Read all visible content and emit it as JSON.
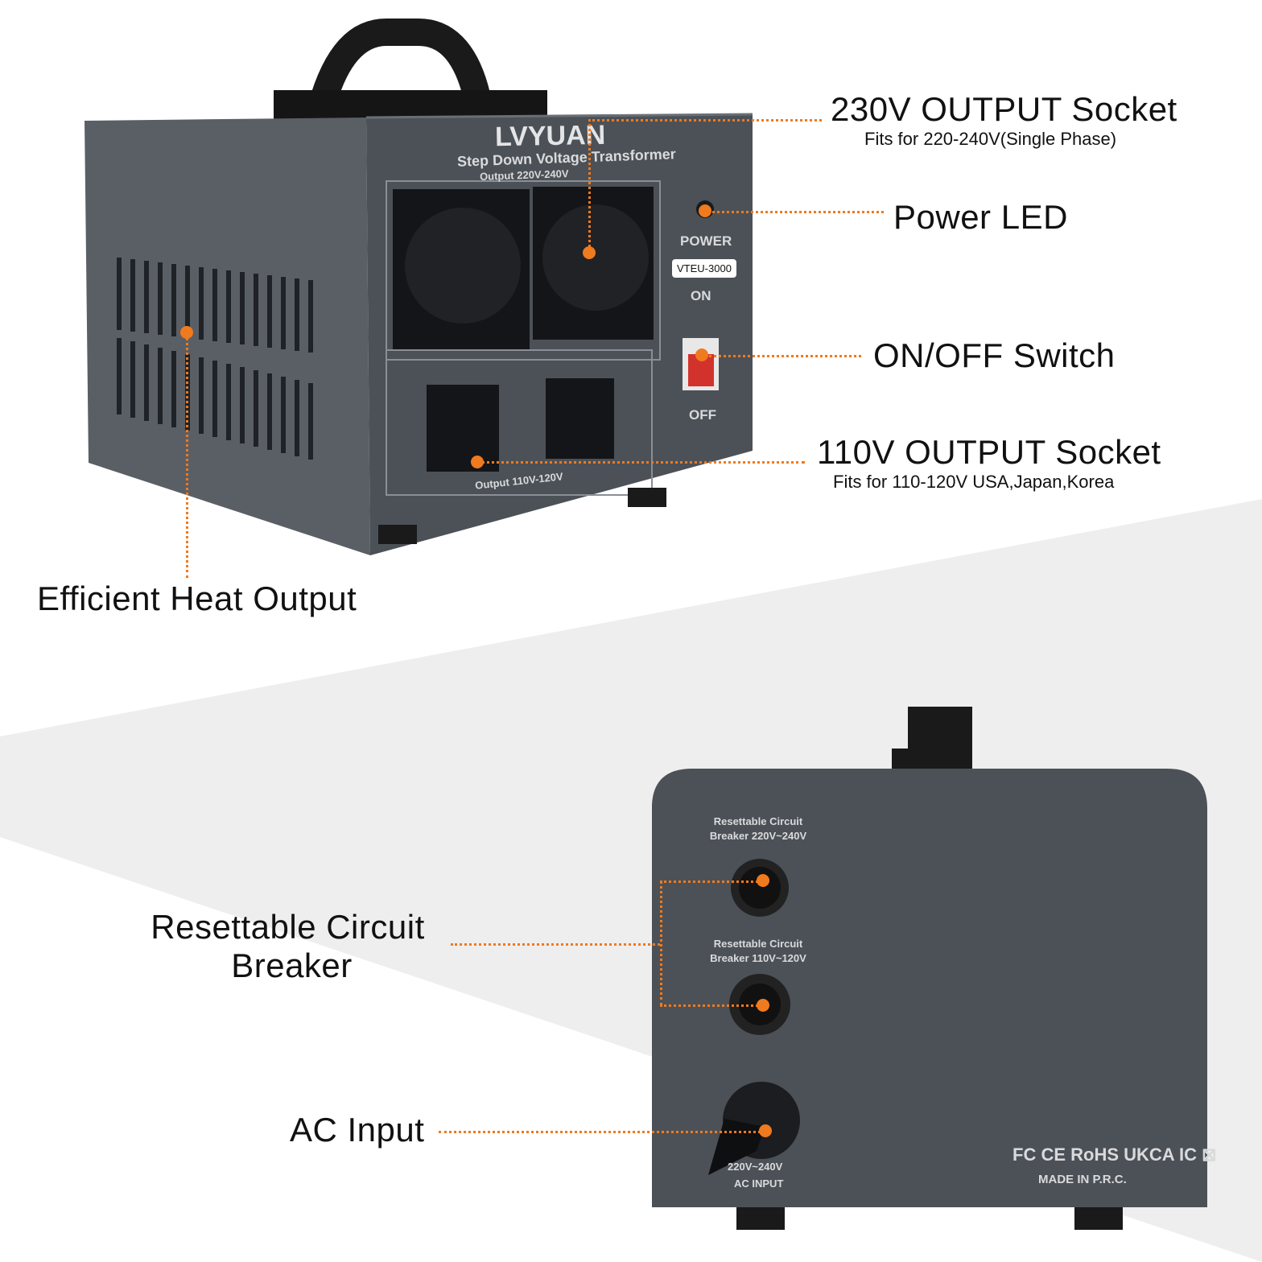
{
  "colors": {
    "accent": "#f07a1e",
    "device": "#4a4f55",
    "background_top": "#ffffff",
    "background_band": "#eeeeee"
  },
  "device_front": {
    "brand": "LVYUAN",
    "title": "Step Down Voltage Transformer",
    "output_top": "Output 220V-240V",
    "output_bottom": "Output 110V-120V",
    "power": "POWER",
    "model": "VTEU-3000",
    "on": "ON",
    "off": "OFF"
  },
  "device_back": {
    "breaker1": "Resettable Circuit Breaker 220V~240V",
    "breaker2": "Resettable Circuit Breaker 110V~120V",
    "input_line1": "220V~240V",
    "input_line2": "AC INPUT",
    "made_in": "MADE IN P.R.C."
  },
  "callouts": {
    "output_230": {
      "title": "230V OUTPUT Socket",
      "sub": "Fits for 220-240V(Single Phase)"
    },
    "power_led": {
      "title": "Power LED"
    },
    "switch": {
      "title": "ON/OFF Switch"
    },
    "output_110": {
      "title": "110V OUTPUT Socket",
      "sub": "Fits for 110-120V USA,Japan,Korea"
    },
    "heat": {
      "title": "Efficient Heat Output"
    },
    "breaker": {
      "title_line1": "Resettable Circuit",
      "title_line2": "Breaker"
    },
    "ac_input": {
      "title": "AC Input"
    }
  }
}
